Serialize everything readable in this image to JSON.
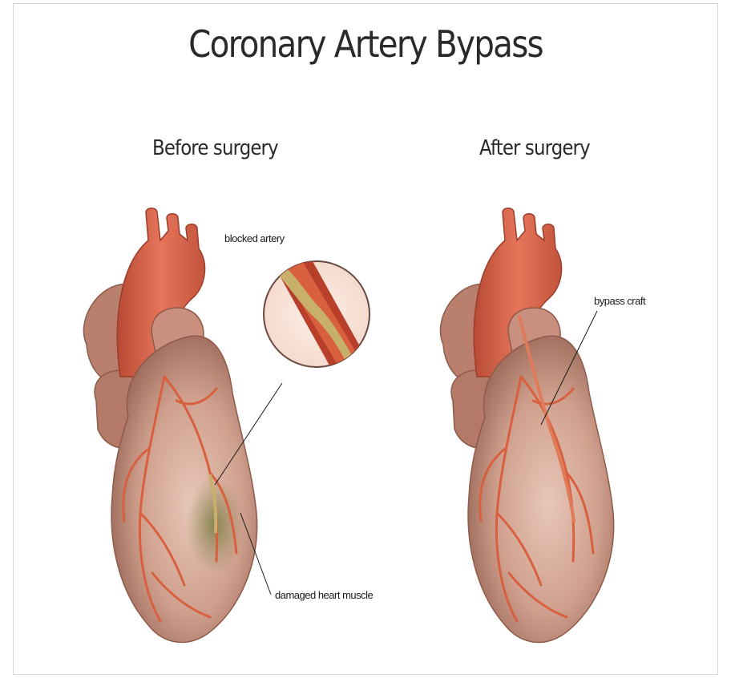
{
  "title": "Coronary Artery Bypass",
  "panels": {
    "before": {
      "heading": "Before surgery",
      "labels": {
        "blocked_artery": "blocked artery",
        "damaged_muscle": "damaged heart muscle"
      }
    },
    "after": {
      "heading": "After surgery",
      "labels": {
        "bypass": "bypass craft"
      }
    }
  },
  "colors": {
    "heart_muscle": "#c99a8a",
    "heart_shadow": "#8e5a4a",
    "aorta": "#d8654a",
    "artery": "#e0714f",
    "plaque": "#c8b06a",
    "damaged_area": "#8a8a55",
    "background": "#ffffff"
  }
}
